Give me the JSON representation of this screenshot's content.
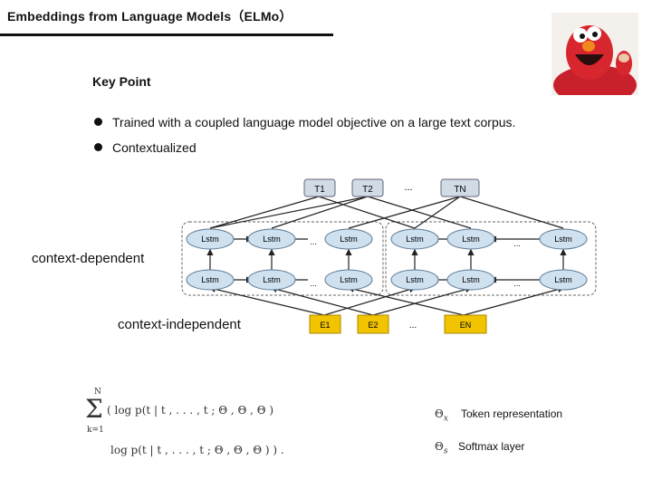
{
  "slide": {
    "title": "Embeddings  from Language Models（ELMo）",
    "key_point": "Key  Point",
    "bullets": [
      "Trained with a coupled language model objective on a large text corpus.",
      "Contextualized"
    ]
  },
  "diagram": {
    "outputs": [
      "T1",
      "T2",
      "...",
      "TN"
    ],
    "lstm_label": "Lstm",
    "ellipsis": "...",
    "inputs": [
      "E1",
      "E2",
      "...",
      "EN"
    ],
    "context_dependent_label": "context-dependent",
    "context_independent_label": "context-independent",
    "colors": {
      "lstm_fill": "#cfe0ef",
      "lstm_stroke": "#5d7a94",
      "output_fill": "#d0dbe6",
      "input_fill": "#f2c400"
    }
  },
  "formula": {
    "sum_top": "N",
    "sum_bottom": "k=1",
    "line1": "( log p(t  | t , . . . , t    ; Θ , Θ        , Θ )",
    "line2": "log p(t  | t    , . . . , t  ; Θ , Θ        , Θ ) ) .",
    "legend": [
      {
        "symbol": "Θx",
        "text": "Token representation"
      },
      {
        "symbol": "Θs",
        "text": "Softmax layer"
      }
    ]
  },
  "image": {
    "subject": "elmo-photo"
  }
}
